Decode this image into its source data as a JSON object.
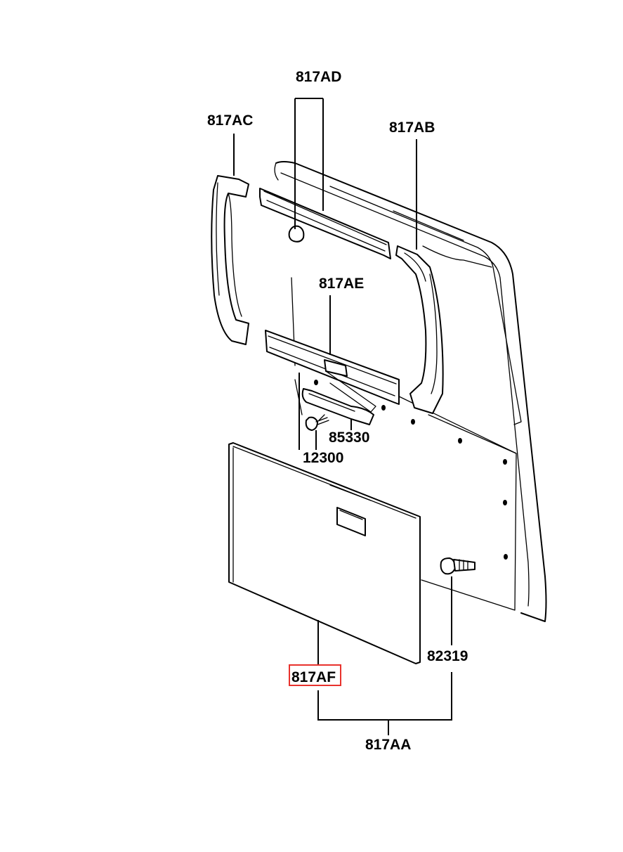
{
  "labels": {
    "ad": "817AD",
    "ac": "817AC",
    "ab": "817AB",
    "ae": "817AE",
    "p85330": "85330",
    "p12300": "12300",
    "af": "817AF",
    "p82319": "82319",
    "aa": "817AA"
  },
  "highlight_color": "#e8322d"
}
